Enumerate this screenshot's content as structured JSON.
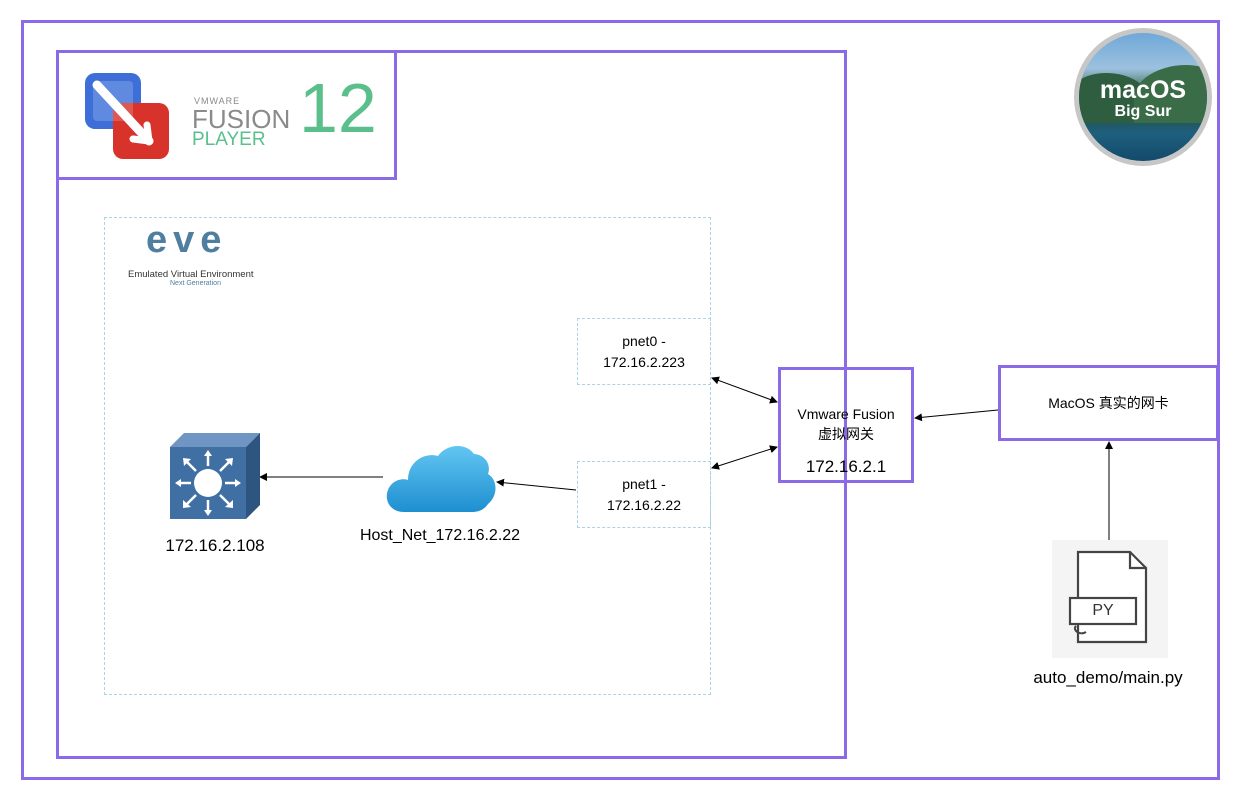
{
  "fusion_logo": {
    "vendor": "VMWARE",
    "product": "FUSION",
    "edition": "PLAYER",
    "version": "12",
    "icon_colors": {
      "blue": "#3e6fd9",
      "red": "#d8332b"
    }
  },
  "macos_badge": {
    "title": "macOS",
    "subtitle": "Big Sur"
  },
  "eve_logo": {
    "name": "eve",
    "line1": "Emulated Virtual Environment",
    "line2": "Next Generation"
  },
  "pnet0": {
    "line1": "pnet0 -",
    "line2": "172.16.2.223"
  },
  "pnet1": {
    "line1": "pnet1 -",
    "line2": "172.16.2.22"
  },
  "gateway": {
    "line1": "Vmware Fusion",
    "line2": "虚拟网关",
    "ip": "172.16.2.1"
  },
  "mac_nic": {
    "label": "MacOS 真实的网卡"
  },
  "switch": {
    "ip": "172.16.2.108"
  },
  "cloud": {
    "label": "Host_Net_172.16.2.22"
  },
  "script_file": {
    "badge": "PY",
    "path": "auto_demo/main.py"
  },
  "colors": {
    "frame": "#8a6ae6",
    "dashed": "#a9d3e6",
    "switch": "#3f6fa3",
    "cloud": "#2aa6e0"
  }
}
